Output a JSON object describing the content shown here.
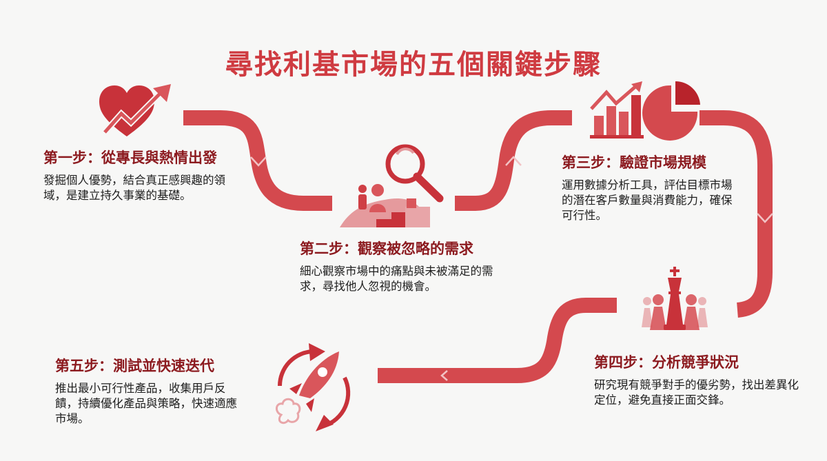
{
  "title": "尋找利基市場的五個關鍵步驟",
  "colors": {
    "title": "#cf3b41",
    "heading": "#8c1a1f",
    "path": "#d4494e",
    "text": "#1e1e1e",
    "background": "#f7f7f6"
  },
  "steps": [
    {
      "heading": "第一步：從專長與熱情出發",
      "body": "發掘個人優勢，結合真正感興趣的領域，是建立持久事業的基礎。",
      "icon": "heart-growth-arrow-icon"
    },
    {
      "heading": "第二步：觀察被忽略的需求",
      "body": "細心觀察市場中的痛點與未被滿足的需求，尋找他人忽視的機會。",
      "icon": "magnifying-glass-people-icon"
    },
    {
      "heading": "第三步：驗證市場規模",
      "body": "運用數據分析工具，評估目標市場的潛在客戶數量與消費能力，確保可行性。",
      "icon": "bar-chart-pie-chart-icon"
    },
    {
      "heading": "第四步：分析競爭狀況",
      "body": "研究現有競爭對手的優劣勢，找出差異化定位，避免直接正面交鋒。",
      "icon": "chess-king-pawns-icon"
    },
    {
      "heading": "第五步：測試並快速迭代",
      "body": "推出最小可行性產品，收集用戶反饋，持續優化產品與策略，快速適應市場。",
      "icon": "rocket-cycle-icon"
    }
  ]
}
